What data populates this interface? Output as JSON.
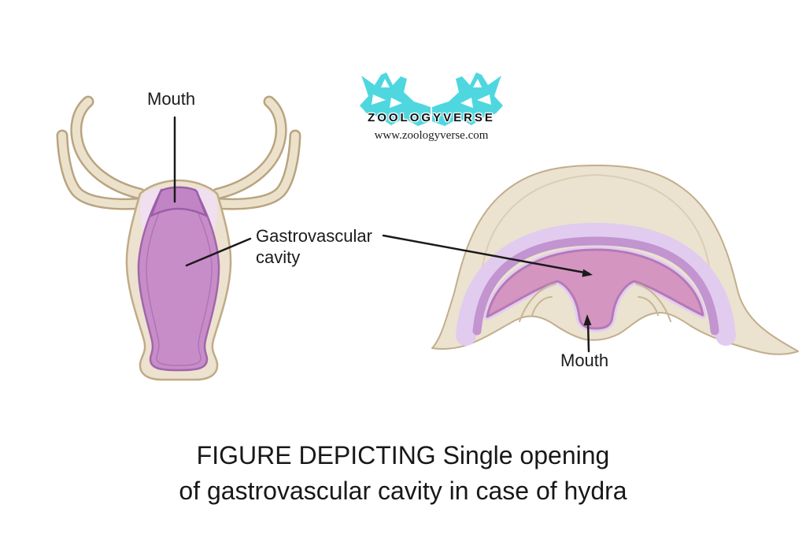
{
  "logo": {
    "brand": "ZOOLOGYVERSE",
    "website": "www.zoologyverse.com",
    "icon": "twin-wolf-heads"
  },
  "labels": {
    "hydra_mouth": "Mouth",
    "gastrovascular": "Gastrovascular cavity",
    "medusa_mouth": "Mouth"
  },
  "caption": {
    "line1": "FIGURE DEPICTING Single opening",
    "line2": "of gastrovascular cavity in case of hydra"
  },
  "colors": {
    "logo_cyan": "#4fd7e0",
    "body_cream": "#ece2cf",
    "body_outline_tan": "#bfab87",
    "hydra_cavity_purple": "#c78dc8",
    "hydra_cavity_outline": "#a265ab",
    "medusa_cavity_pink": "#d595c1",
    "lavender_layer": "#e1cbee",
    "purple_band": "#c294d0",
    "ink": "#1a1a1a",
    "background": "#ffffff"
  }
}
